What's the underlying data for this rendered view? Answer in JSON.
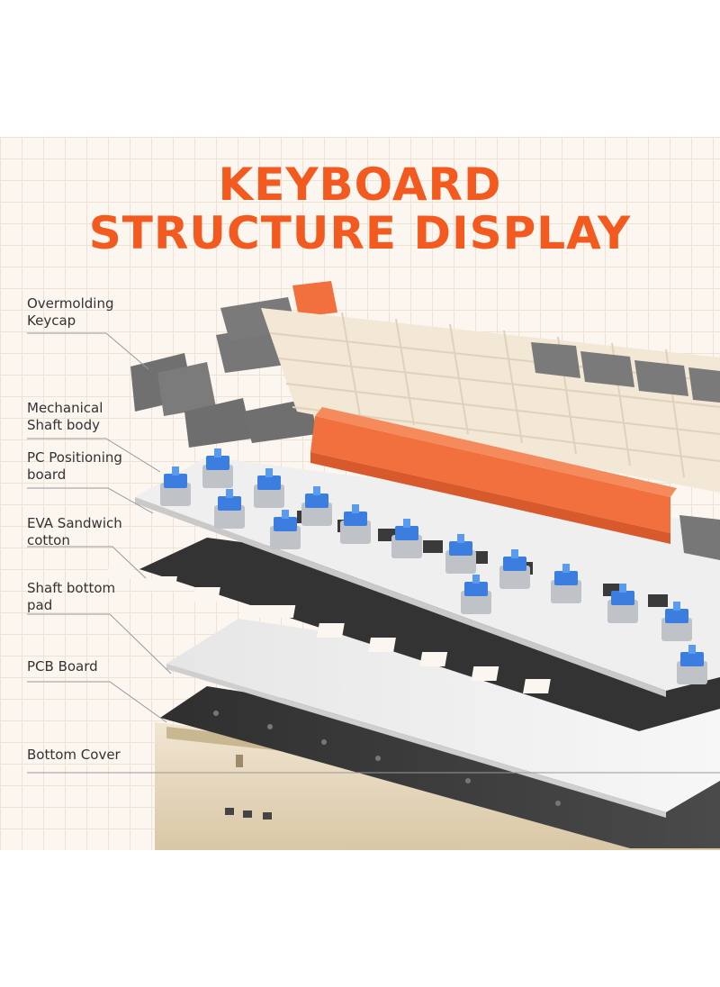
{
  "title": {
    "line1": "KEYBOARD",
    "line2": "STRUCTURE DISPLAY"
  },
  "layers": [
    {
      "line1": "Overmolding",
      "line2": "Keycap"
    },
    {
      "line1": "Mechanical",
      "line2": "Shaft body"
    },
    {
      "line1": "PC Positioning",
      "line2": "board"
    },
    {
      "line1": "EVA Sandwich",
      "line2": "cotton"
    },
    {
      "line1": "Shaft bottom",
      "line2": "pad"
    },
    {
      "line1": "PCB Board",
      "line2": ""
    },
    {
      "line1": "Bottom Cover",
      "line2": ""
    }
  ],
  "colors": {
    "title": "#f25a1f",
    "accent_key": "#f2703d",
    "cream_key": "#f3e8d6",
    "gray_key": "#6f6f6f",
    "switch_blue": "#3c7de0",
    "plate": "#ececec",
    "foam": "#333333",
    "pcb": "#3a3a3a",
    "case": "#e8d9be"
  },
  "icons": {
    "switch": "blue-mechanical-switch-icon",
    "keycap": "keycap-icon"
  }
}
